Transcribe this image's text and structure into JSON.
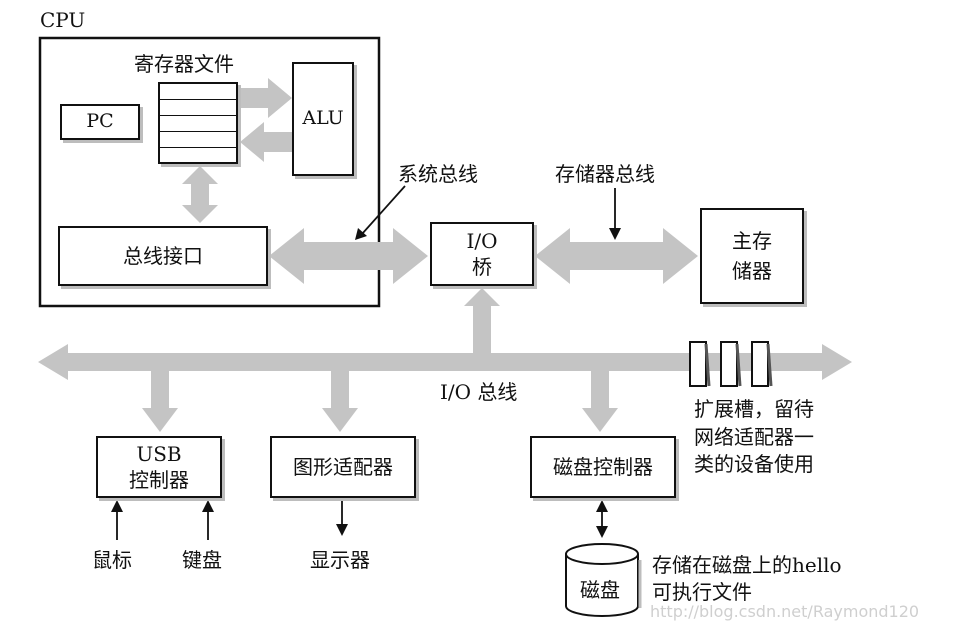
{
  "diagram": {
    "cpu_label": "CPU",
    "register_file_label": "寄存器文件",
    "pc_label": "PC",
    "alu_label": "ALU",
    "bus_interface_label": "总线接口",
    "system_bus_label": "系统总线",
    "memory_bus_label": "存储器总线",
    "io_bridge_line1": "I/O",
    "io_bridge_line2": "桥",
    "main_memory_line1": "主存",
    "main_memory_line2": "储器",
    "io_bus_label": "I/O 总线",
    "expansion_slots_line1": "扩展槽，留待",
    "expansion_slots_line2": "网络适配器一",
    "expansion_slots_line3": "类的设备使用",
    "usb_controller_line1": "USB",
    "usb_controller_line2": "控制器",
    "graphics_adapter_label": "图形适配器",
    "disk_controller_label": "磁盘控制器",
    "mouse_label": "鼠标",
    "keyboard_label": "键盘",
    "display_label": "显示器",
    "disk_label": "磁盘",
    "hello_note_line1": "存储在磁盘上的hello",
    "hello_note_line2": "可执行文件",
    "watermark": "http://blog.csdn.net/Raymond120"
  },
  "colors": {
    "bus_gray": "#c4c4c4",
    "line": "#111111"
  }
}
